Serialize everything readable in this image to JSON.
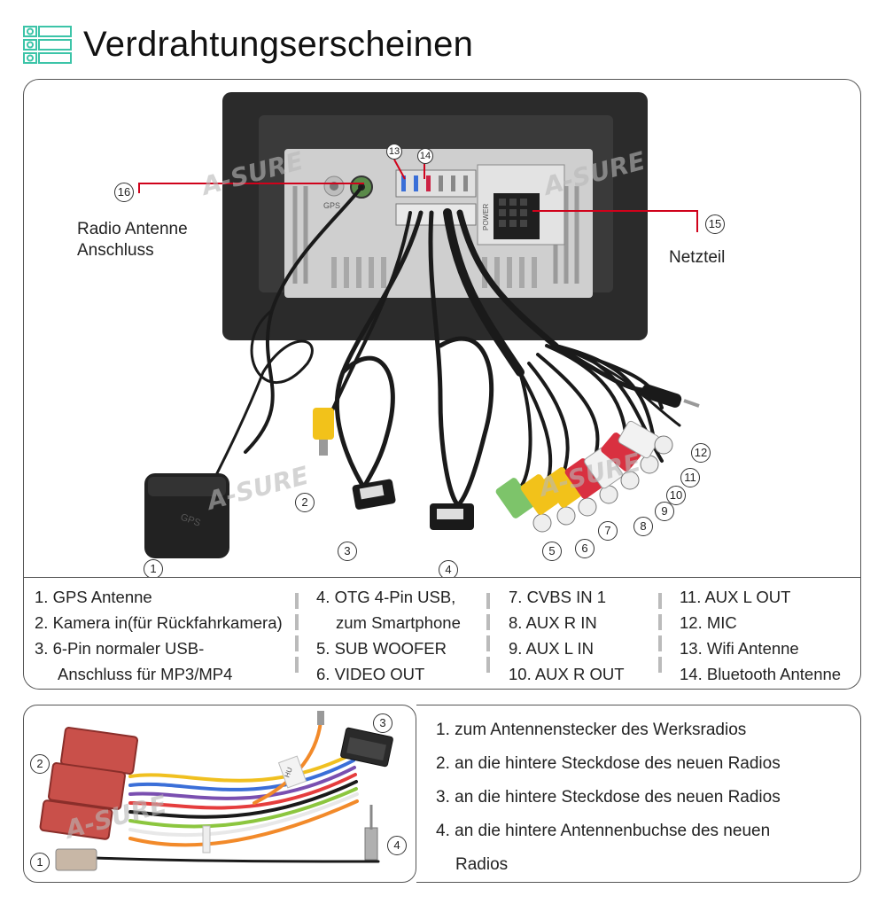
{
  "header": {
    "title": "Verdrahtungserscheinen",
    "icon": "list-icon",
    "accent": "#3cc4a8"
  },
  "diagram": {
    "watermark": "A-SURE",
    "unit_labels": {
      "gps": "GPS",
      "power": "POWER",
      "gps_puck": "GPS"
    },
    "callouts": [
      {
        "id": "16",
        "text": "Radio Antenne\nAnschluss"
      },
      {
        "id": "15",
        "text": "Netzteil"
      },
      {
        "id": "13"
      },
      {
        "id": "14"
      },
      {
        "id": "1"
      },
      {
        "id": "2"
      },
      {
        "id": "3"
      },
      {
        "id": "4"
      },
      {
        "id": "5"
      },
      {
        "id": "6"
      },
      {
        "id": "7"
      },
      {
        "id": "8"
      },
      {
        "id": "9"
      },
      {
        "id": "10"
      },
      {
        "id": "11"
      },
      {
        "id": "12"
      }
    ],
    "marker_numbers": {
      "n1": "1",
      "n2": "2",
      "n3": "3",
      "n4": "4",
      "n5": "5",
      "n6": "6",
      "n7": "7",
      "n8": "8",
      "n9": "9",
      "n10": "10",
      "n11": "11",
      "n12": "12",
      "n13": "13",
      "n14": "14",
      "n15": "15",
      "n16": "16"
    },
    "radio_antenne_line1": "Radio Antenne",
    "radio_antenne_line2": "Anschluss",
    "netzteil": "Netzteil",
    "colors": {
      "leader_line": "#d0021b",
      "unit_body": "#2b2b2b",
      "panel": "#cfcfcf",
      "rca_yellow": "#f2c21a",
      "rca_red": "#d93040",
      "rca_white": "#f2f2f2",
      "rca_green": "#7dc46a"
    }
  },
  "legend": {
    "col1": [
      "1. GPS Antenne",
      "2. Kamera in(für Rückfahrkamera)",
      "3. 6-Pin normaler USB-",
      "Anschluss für MP3/MP4"
    ],
    "col2": [
      "4. OTG 4-Pin USB,",
      "zum Smartphone",
      "5. SUB WOOFER",
      "6. VIDEO OUT"
    ],
    "col3": [
      "7. CVBS IN 1",
      "8. AUX R IN",
      "9. AUX L IN",
      "10. AUX R OUT"
    ],
    "col4": [
      "11. AUX L OUT",
      "12. MIC",
      "13. Wifi Antenne",
      "14. Bluetooth Antenne"
    ]
  },
  "harness": {
    "numbers": {
      "n1": "1",
      "n2": "2",
      "n3": "3",
      "n4": "4"
    },
    "tag_text": "HU"
  },
  "descriptions": {
    "items": [
      "1. zum Antennenstecker des Werksradios",
      "2. an die hintere Steckdose des neuen Radios",
      "3. an die hintere Steckdose des neuen Radios",
      "4. an die hintere Antennenbuchse des neuen",
      "Radios"
    ]
  }
}
